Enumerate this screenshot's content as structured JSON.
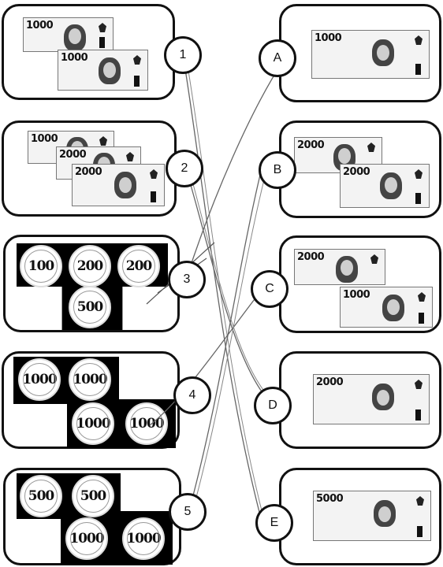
{
  "left_items": [
    {
      "number": "1",
      "kind": "bills",
      "bills": [
        "1000",
        "1000"
      ]
    },
    {
      "number": "2",
      "kind": "bills",
      "bills": [
        "1000",
        "2000",
        "2000"
      ]
    },
    {
      "number": "3",
      "kind": "coins",
      "coins": [
        "100",
        "200",
        "200",
        "500"
      ]
    },
    {
      "number": "4",
      "kind": "coins",
      "coins": [
        "1000",
        "1000",
        "1000",
        "1000"
      ]
    },
    {
      "number": "5",
      "kind": "coins",
      "coins": [
        "500",
        "500",
        "1000",
        "1000"
      ]
    }
  ],
  "right_items": [
    {
      "letter": "A",
      "bills": [
        "1000"
      ]
    },
    {
      "letter": "B",
      "bills": [
        "2000",
        "2000"
      ]
    },
    {
      "letter": "C",
      "bills": [
        "2000",
        "1000"
      ]
    },
    {
      "letter": "D",
      "bills": [
        "2000"
      ]
    },
    {
      "letter": "E",
      "bills": [
        "5000"
      ]
    }
  ],
  "colors": {
    "border": "#111111",
    "line": "#666666",
    "coin_background": "#000000"
  }
}
